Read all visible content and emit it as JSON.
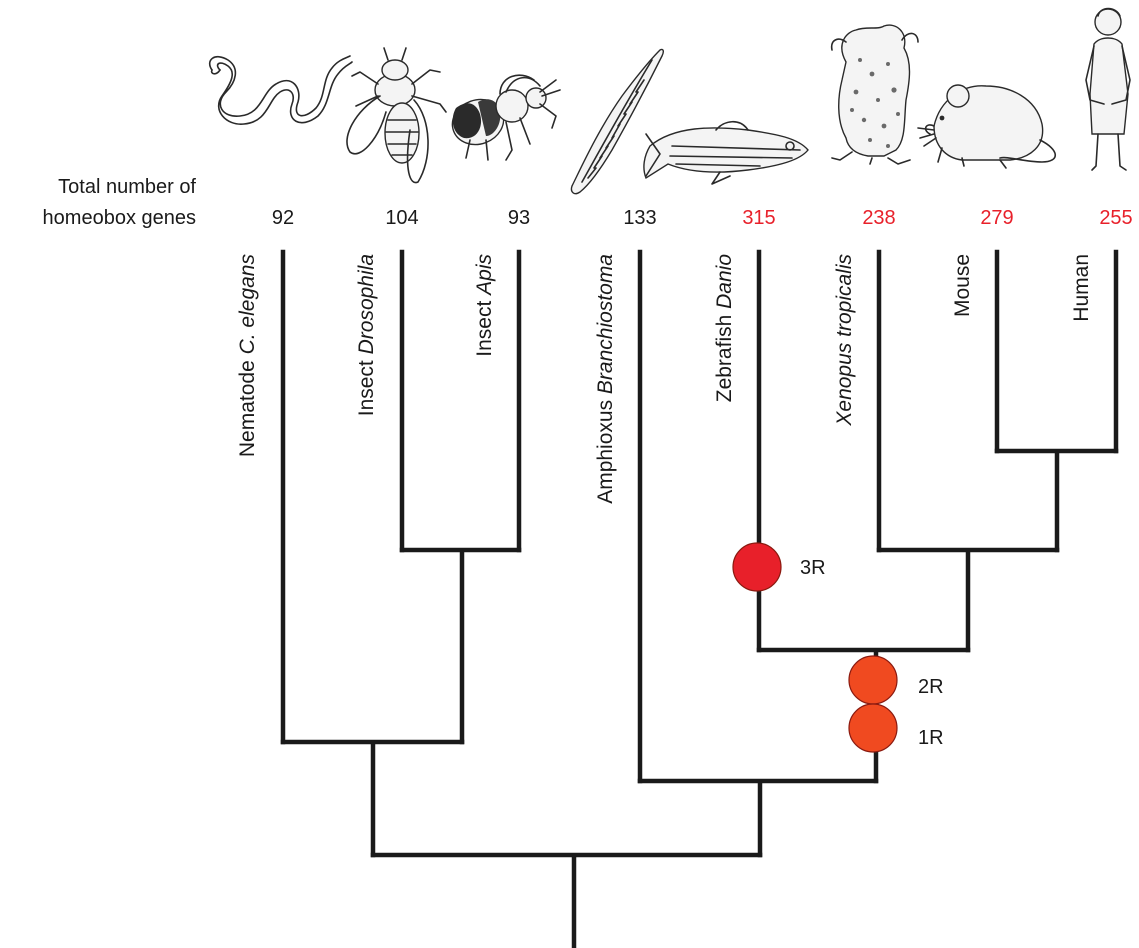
{
  "header": {
    "line1": "Total number of",
    "line2": "homeobox genes"
  },
  "colors": {
    "normal_count": "#1a1a1a",
    "duplicated_count": "#e8202a",
    "event_3R": "#e8202a",
    "event_2R": "#f04a20",
    "event_1R": "#f04a20"
  },
  "taxa": [
    {
      "id": "nematode",
      "count": "92",
      "count_color": "normal",
      "name_plain": "Nematode ",
      "name_italic": "C. elegans",
      "italic_only": false,
      "icon": "nematode-icon"
    },
    {
      "id": "drosophila",
      "count": "104",
      "count_color": "normal",
      "name_plain": "Insect ",
      "name_italic": "Drosophila",
      "italic_only": false,
      "icon": "fruit-fly-icon"
    },
    {
      "id": "apis",
      "count": "93",
      "count_color": "normal",
      "name_plain": "Insect ",
      "name_italic": "Apis",
      "italic_only": false,
      "icon": "honeybee-icon"
    },
    {
      "id": "amphioxus",
      "count": "133",
      "count_color": "normal",
      "name_plain": "Amphioxus ",
      "name_italic": "Branchiostoma",
      "italic_only": false,
      "icon": "amphioxus-icon"
    },
    {
      "id": "zebrafish",
      "count": "315",
      "count_color": "duplicated",
      "name_plain": "Zebrafish ",
      "name_italic": "Danio",
      "italic_only": false,
      "icon": "zebrafish-icon"
    },
    {
      "id": "xenopus",
      "count": "238",
      "count_color": "duplicated",
      "name_plain": "",
      "name_italic": "Xenopus tropicalis",
      "italic_only": true,
      "icon": "frog-icon"
    },
    {
      "id": "mouse",
      "count": "279",
      "count_color": "duplicated",
      "name_plain": "Mouse",
      "name_italic": "",
      "italic_only": false,
      "icon": "mouse-icon"
    },
    {
      "id": "human",
      "count": "255",
      "count_color": "duplicated",
      "name_plain": "Human",
      "name_italic": "",
      "italic_only": false,
      "icon": "human-icon"
    }
  ],
  "events": [
    {
      "id": "3R",
      "label": "3R"
    },
    {
      "id": "2R",
      "label": "2R"
    },
    {
      "id": "1R",
      "label": "1R"
    }
  ]
}
